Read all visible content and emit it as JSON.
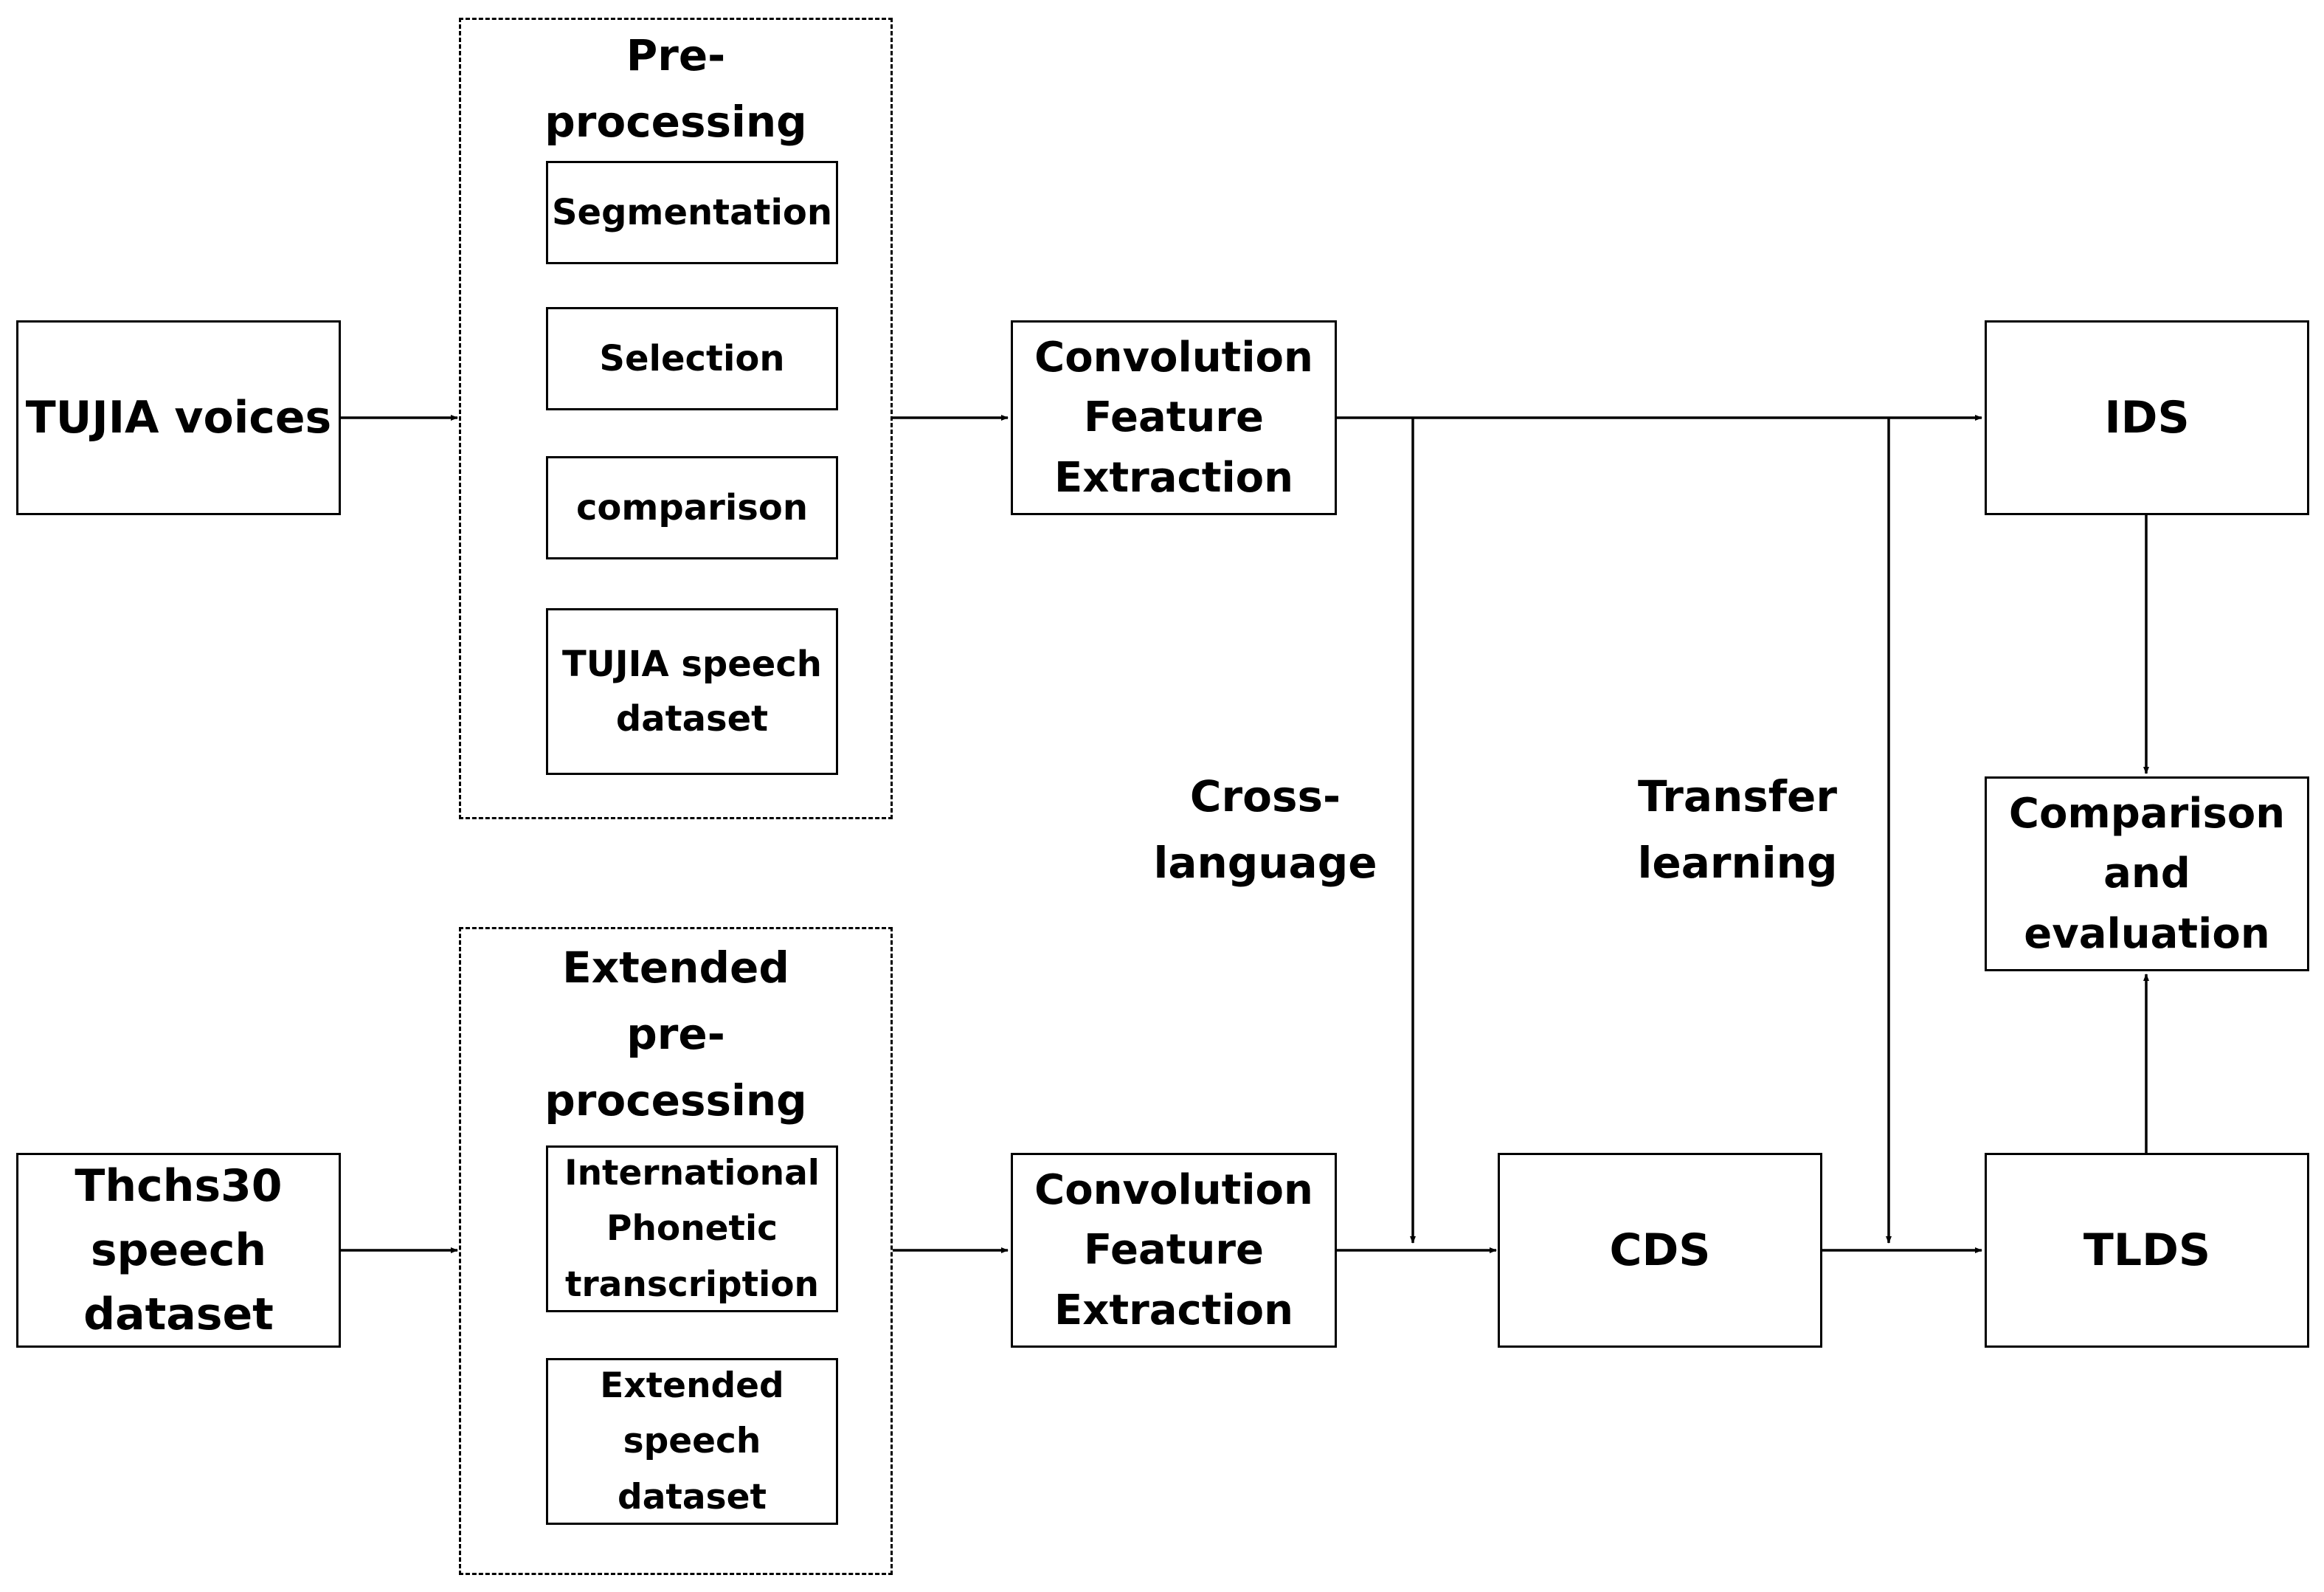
{
  "inputs": {
    "tujia_voices": "TUJIA voices",
    "thchs30": "Thchs30\nspeech\ndataset"
  },
  "preprocessing": {
    "title": "Pre-\nprocessing",
    "steps": [
      "Segmentation",
      "Selection",
      "comparison",
      "TUJIA speech\ndataset"
    ]
  },
  "extended_preprocessing": {
    "title": "Extended\npre-\nprocessing",
    "steps": [
      "International\nPhonetic\ntranscription",
      "Extended\nspeech\ndataset"
    ]
  },
  "feature_extraction": {
    "top": "Convolution\nFeature\nExtraction",
    "bottom": "Convolution\nFeature\nExtraction"
  },
  "labels": {
    "cross_language": "Cross-\nlanguage",
    "transfer_learning": "Transfer\nlearning"
  },
  "outputs": {
    "ids": "IDS",
    "cds": "CDS",
    "tlds": "TLDS",
    "evaluation": "Comparison\nand\nevaluation"
  },
  "colors": {
    "stroke": "#000000",
    "background": "#ffffff"
  }
}
